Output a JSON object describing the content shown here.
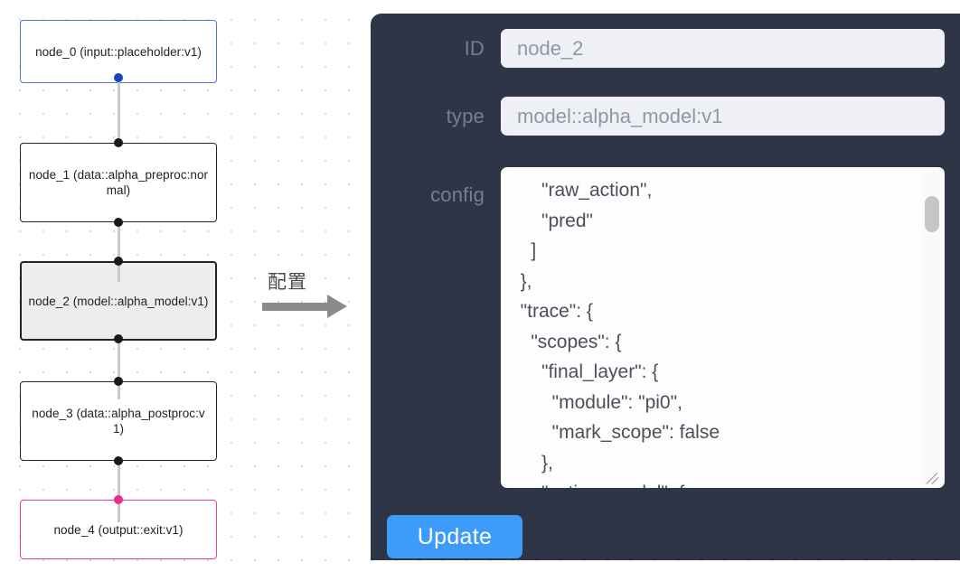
{
  "graph": {
    "nodes": [
      {
        "id": "node_0",
        "label": "node_0\n(input::placeholder:v1)",
        "kind": "input",
        "selected": false
      },
      {
        "id": "node_1",
        "label": "node_1\n(data::alpha_preproc:normal)",
        "kind": "default",
        "selected": false
      },
      {
        "id": "node_2",
        "label": "node_2\n(model::alpha_model:v1)",
        "kind": "default",
        "selected": true
      },
      {
        "id": "node_3",
        "label": "node_3\n(data::alpha_postproc:v1)",
        "kind": "default",
        "selected": false
      },
      {
        "id": "node_4",
        "label": "node_4\n(output::exit:v1)",
        "kind": "output",
        "selected": false
      }
    ],
    "colors": {
      "input_border": "#4f79c4",
      "output_border": "#e0409a",
      "default_border": "#222433",
      "selected_fill": "#ededed",
      "edge": "#c9c9c9",
      "handle": "#1a1a1a",
      "handle_input": "#1744c4",
      "handle_output": "#ec2a8a"
    }
  },
  "annotation": {
    "text": "配置",
    "arrow": "arrow-right"
  },
  "panel": {
    "background": "#2e3547",
    "fields": {
      "id": {
        "label": "ID",
        "value": "node_2"
      },
      "type": {
        "label": "type",
        "value": "model::alpha_model:v1"
      },
      "config": {
        "label": "config",
        "value": "      \"raw_action\",\n      \"pred\"\n    ]\n  },\n  \"trace\": {\n    \"scopes\": {\n      \"final_layer\": {\n        \"module\": \"pi0\",\n        \"mark_scope\": false\n      },\n      \"action_model\": {"
      }
    },
    "update_button": {
      "label": "Update",
      "color": "#3d9bfa"
    }
  }
}
